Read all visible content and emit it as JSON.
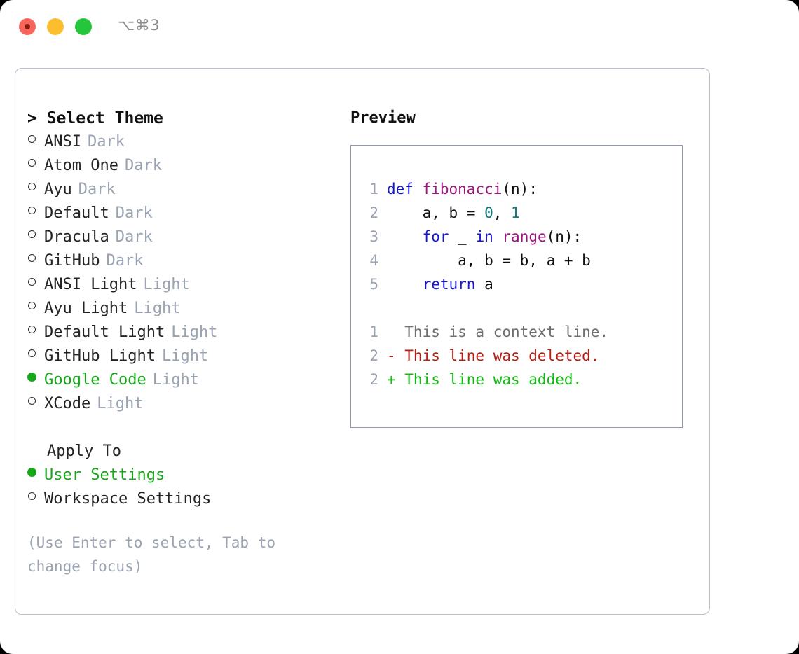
{
  "titlebar": {
    "shortcut": "⌥⌘3",
    "buttons": {
      "close": "close-button",
      "minimize": "minimize-button",
      "maximize": "maximize-button"
    },
    "colors": {
      "close": "#f8655b",
      "minimize": "#fcbe2e",
      "maximize": "#26c63c"
    }
  },
  "left": {
    "header": "> Select Theme",
    "themes": [
      {
        "name": "ANSI",
        "category": "Dark",
        "selected": false
      },
      {
        "name": "Atom One",
        "category": "Dark",
        "selected": false
      },
      {
        "name": "Ayu",
        "category": "Dark",
        "selected": false
      },
      {
        "name": "Default",
        "category": "Dark",
        "selected": false
      },
      {
        "name": "Dracula",
        "category": "Dark",
        "selected": false
      },
      {
        "name": "GitHub",
        "category": "Dark",
        "selected": false
      },
      {
        "name": "ANSI Light",
        "category": "Light",
        "selected": false
      },
      {
        "name": "Ayu Light",
        "category": "Light",
        "selected": false
      },
      {
        "name": "Default Light",
        "category": "Light",
        "selected": false
      },
      {
        "name": "GitHub Light",
        "category": "Light",
        "selected": false
      },
      {
        "name": "Google Code",
        "category": "Light",
        "selected": true
      },
      {
        "name": "XCode",
        "category": "Light",
        "selected": false
      }
    ],
    "apply_to_title": "Apply To",
    "apply_to": [
      {
        "name": "User Settings",
        "selected": true
      },
      {
        "name": "Workspace Settings",
        "selected": false
      }
    ],
    "hint": "(Use Enter to select, Tab to change focus)",
    "selected_color": "#17a81a",
    "muted_color": "#9aa3b2"
  },
  "right": {
    "preview_title": "Preview",
    "code": [
      {
        "lno": "1",
        "tokens": [
          {
            "t": "def",
            "c": "kw"
          },
          {
            "t": " ",
            "c": "pl"
          },
          {
            "t": "fibonacci",
            "c": "fn"
          },
          {
            "t": "(n):",
            "c": "pl"
          }
        ]
      },
      {
        "lno": "2",
        "tokens": [
          {
            "t": "    a, b = ",
            "c": "pl"
          },
          {
            "t": "0",
            "c": "num"
          },
          {
            "t": ", ",
            "c": "pl"
          },
          {
            "t": "1",
            "c": "num"
          }
        ]
      },
      {
        "lno": "3",
        "tokens": [
          {
            "t": "    ",
            "c": "pl"
          },
          {
            "t": "for",
            "c": "kw"
          },
          {
            "t": " _ ",
            "c": "pl"
          },
          {
            "t": "in",
            "c": "kw"
          },
          {
            "t": " ",
            "c": "pl"
          },
          {
            "t": "range",
            "c": "fn"
          },
          {
            "t": "(n):",
            "c": "pl"
          }
        ]
      },
      {
        "lno": "4",
        "tokens": [
          {
            "t": "        a, b = b, a + b",
            "c": "pl"
          }
        ]
      },
      {
        "lno": "5",
        "tokens": [
          {
            "t": "    ",
            "c": "pl"
          },
          {
            "t": "return",
            "c": "kw"
          },
          {
            "t": " a",
            "c": "pl"
          }
        ]
      }
    ],
    "diff": [
      {
        "lno": "1",
        "text": "  This is a context line.",
        "kind": "d-ctx"
      },
      {
        "lno": "2",
        "text": "- This line was deleted.",
        "kind": "d-del"
      },
      {
        "lno": "2",
        "text": "+ This line was added.",
        "kind": "d-add"
      }
    ],
    "syntax_colors": {
      "keyword": "#1616cf",
      "function": "#9c167f",
      "number": "#0f7b79",
      "plain": "#111111",
      "line_number": "#9aa3b2",
      "diff_context": "#6f6f6f",
      "diff_deleted": "#b71c12",
      "diff_added": "#14b814"
    }
  }
}
